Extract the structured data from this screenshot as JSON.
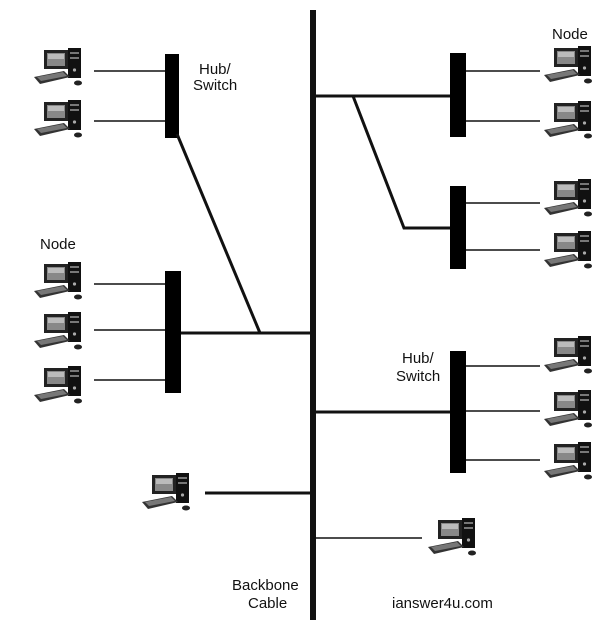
{
  "labels": {
    "hub_switch_top_line1": "Hub/",
    "hub_switch_top_line2": "Switch",
    "node_top_right": "Node",
    "node_left": "Node",
    "hub_switch_right_line1": "Hub/",
    "hub_switch_right_line2": "Switch",
    "backbone_line1": "Backbone",
    "backbone_line2": "Cable",
    "credit": "ianswer4u.com"
  },
  "colors": {
    "line": "#111111",
    "hub": "#000000",
    "background": "#ffffff"
  },
  "icons": {
    "node": "desktop-computer-icon"
  }
}
